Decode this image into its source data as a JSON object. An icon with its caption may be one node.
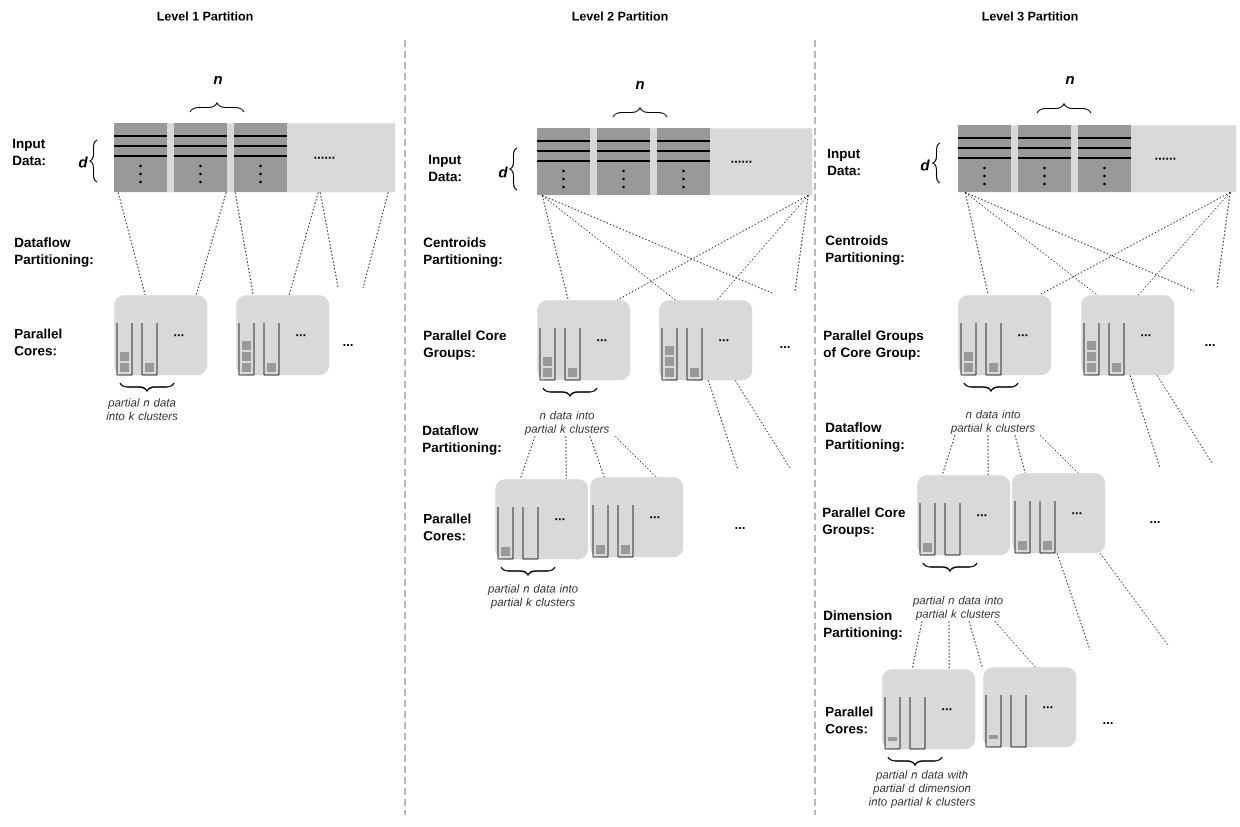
{
  "diagram": {
    "nodes": [
      {
        "text": [
          "......"
        ]
      },
      {
        "text": [
          "..."
        ]
      },
      {
        "text": [
          "..."
        ]
      },
      {
        "text": [
          "......"
        ]
      },
      {
        "text": [
          "..."
        ]
      },
      {
        "text": [
          "..."
        ]
      },
      {
        "text": [
          "n data into partial k clusters"
        ]
      },
      {
        "text": [
          "..."
        ]
      },
      {
        "text": [
          "..."
        ]
      },
      {
        "text": [
          "......"
        ]
      },
      {
        "text": [
          "..."
        ]
      },
      {
        "text": [
          "..."
        ]
      },
      {
        "text": [
          "n data into partial k clusters"
        ]
      },
      {
        "text": [
          "..."
        ]
      },
      {
        "text": [
          "..."
        ]
      },
      {
        "text": [
          "partial n data into partial k clusters"
        ]
      },
      {
        "text": [
          "..."
        ]
      },
      {
        "text": [
          "..."
        ]
      }
    ],
    "edges": [
      {
        "from": 0,
        "to": 1,
        "arrow": "none",
        "style": "dashed"
      },
      {
        "from": 0,
        "to": 1,
        "arrow": "none",
        "style": "dashed"
      },
      {
        "from": 0,
        "to": 2,
        "arrow": "none",
        "style": "dashed"
      },
      {
        "from": 0,
        "to": 2,
        "arrow": "none",
        "style": "dashed"
      },
      {
        "from": 0,
        "to": null,
        "arrow": "none",
        "style": "dashed"
      },
      {
        "from": 0,
        "to": null,
        "arrow": "none",
        "style": "dashed"
      },
      {
        "from": 3,
        "to": 4,
        "arrow": "none",
        "style": "dashed"
      },
      {
        "from": 3,
        "to": 5,
        "arrow": "none",
        "style": "dashed"
      },
      {
        "from": 3,
        "to": null,
        "arrow": "none",
        "style": "dashed"
      },
      {
        "from": 3,
        "to": 4,
        "arrow": "none",
        "style": "dashed"
      },
      {
        "from": 3,
        "to": 5,
        "arrow": "none",
        "style": "dashed"
      },
      {
        "from": 3,
        "to": null,
        "arrow": "none",
        "style": "dashed"
      },
      {
        "from": 5,
        "to": null,
        "arrow": "none",
        "style": "dashed"
      },
      {
        "from": 5,
        "to": null,
        "arrow": "none",
        "style": "dashed"
      },
      {
        "from": 6,
        "to": 7,
        "arrow": "none",
        "style": "dashed"
      },
      {
        "from": 6,
        "to": 7,
        "arrow": "none",
        "style": "dashed"
      },
      {
        "from": 6,
        "to": 8,
        "arrow": "none",
        "style": "dashed"
      },
      {
        "from": 6,
        "to": 8,
        "arrow": "none",
        "style": "dashed"
      },
      {
        "from": 9,
        "to": 10,
        "arrow": "none",
        "style": "dashed"
      },
      {
        "from": 9,
        "to": 11,
        "arrow": "none",
        "style": "dashed"
      },
      {
        "from": 9,
        "to": null,
        "arrow": "none",
        "style": "dashed"
      },
      {
        "from": 9,
        "to": 10,
        "arrow": "none",
        "style": "dashed"
      },
      {
        "from": 9,
        "to": 11,
        "arrow": "none",
        "style": "dashed"
      },
      {
        "from": 9,
        "to": null,
        "arrow": "none",
        "style": "dashed"
      },
      {
        "from": 11,
        "to": null,
        "arrow": "none",
        "style": "dashed"
      },
      {
        "from": 11,
        "to": null,
        "arrow": "none",
        "style": "dashed"
      },
      {
        "from": 12,
        "to": 13,
        "arrow": "none",
        "style": "dashed"
      },
      {
        "from": 12,
        "to": 13,
        "arrow": "none",
        "style": "dashed"
      },
      {
        "from": 12,
        "to": 14,
        "arrow": "none",
        "style": "dashed"
      },
      {
        "from": 12,
        "to": 14,
        "arrow": "none",
        "style": "dashed"
      },
      {
        "from": 14,
        "to": null,
        "arrow": "none",
        "style": "dashed"
      },
      {
        "from": 14,
        "to": null,
        "arrow": "none",
        "style": "dashed"
      },
      {
        "from": 15,
        "to": 16,
        "arrow": "none",
        "style": "dashed"
      },
      {
        "from": 15,
        "to": 16,
        "arrow": "none",
        "style": "dashed"
      },
      {
        "from": 15,
        "to": 17,
        "arrow": "none",
        "style": "dashed"
      },
      {
        "from": 15,
        "to": 17,
        "arrow": "none",
        "style": "dashed"
      }
    ],
    "labels": [
      "Level 1 Partition",
      "Level 2 Partition",
      "Level 3 Partition",
      "n",
      "Input Data:",
      "d",
      "Dataflow Partitioning:",
      "Parallel Cores:",
      "...",
      "partial n data into k clusters",
      "n",
      "Input Data:",
      "d",
      "Centroids Partitioning:",
      "Parallel Core Groups:",
      "...",
      "Dataflow Partitioning:",
      "Parallel Cores:",
      "...",
      "partial n data into partial k clusters",
      "n",
      "Input Data:",
      "d",
      "Centroids Partitioning:",
      "Parallel Groups of Core Group:",
      "...",
      "Dataflow Partitioning:",
      "Parallel Core Groups:",
      "...",
      "Dimension Partitioning:",
      "Parallel Cores:",
      "...",
      "partial n data with partial d dimension into partial k clusters"
    ]
  }
}
